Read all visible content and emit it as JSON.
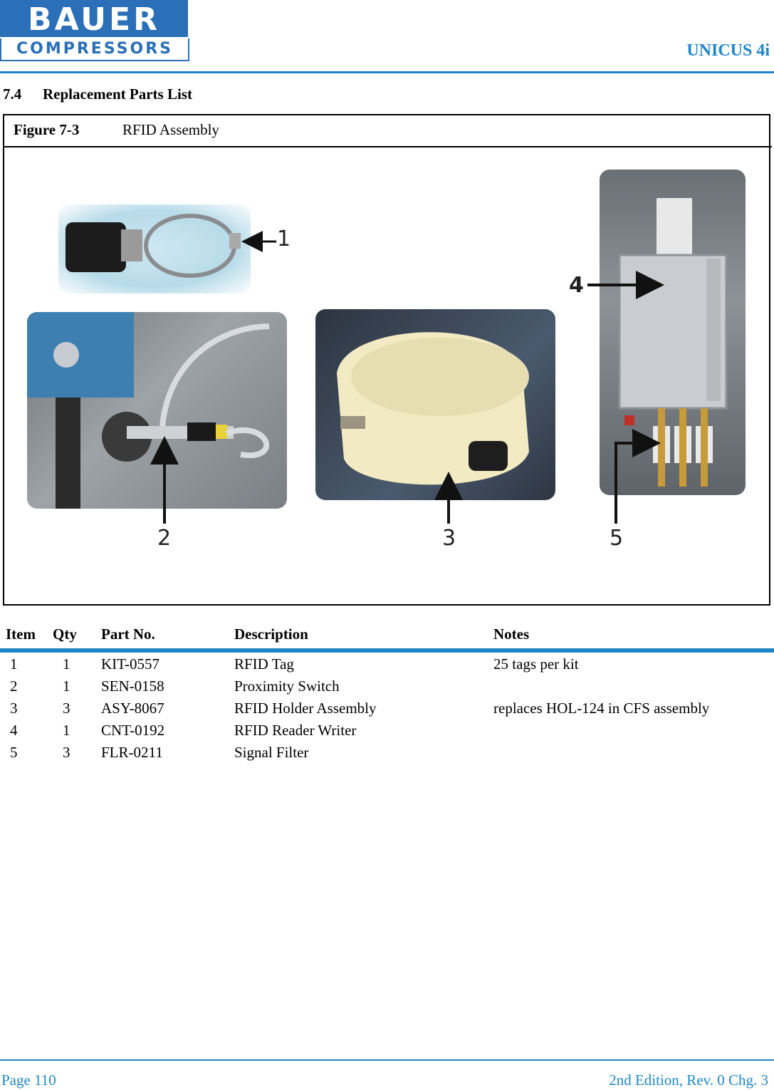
{
  "header": {
    "logo_top": "BAUER",
    "logo_bottom": "COMPRESSORS",
    "product": "UNICUS 4i"
  },
  "section": {
    "number": "7.4",
    "title": "Replacement Parts List"
  },
  "figure": {
    "label": "Figure 7-3",
    "title": "RFID Assembly",
    "callouts": [
      "1",
      "2",
      "3",
      "4",
      "5"
    ]
  },
  "table": {
    "headers": [
      "Item",
      "Qty",
      "Part No.",
      "Description",
      "Notes"
    ],
    "rows": [
      {
        "item": "1",
        "qty": "1",
        "part": "KIT-0557",
        "desc": "RFID Tag",
        "notes": "25 tags per kit"
      },
      {
        "item": "2",
        "qty": "1",
        "part": "SEN-0158",
        "desc": "Proximity Switch",
        "notes": ""
      },
      {
        "item": "3",
        "qty": "3",
        "part": "ASY-8067",
        "desc": "RFID Holder Assembly",
        "notes": "replaces HOL-124 in CFS assembly"
      },
      {
        "item": "4",
        "qty": "1",
        "part": "CNT-0192",
        "desc": "RFID Reader Writer",
        "notes": ""
      },
      {
        "item": "5",
        "qty": "3",
        "part": "FLR-0211",
        "desc": "Signal Filter",
        "notes": ""
      }
    ]
  },
  "footer": {
    "page": "Page 110",
    "edition": "2nd Edition, Rev. 0 Chg. 3"
  },
  "colors": {
    "accent": "#1e86c8",
    "logo_blue": "#2a6fb8"
  }
}
